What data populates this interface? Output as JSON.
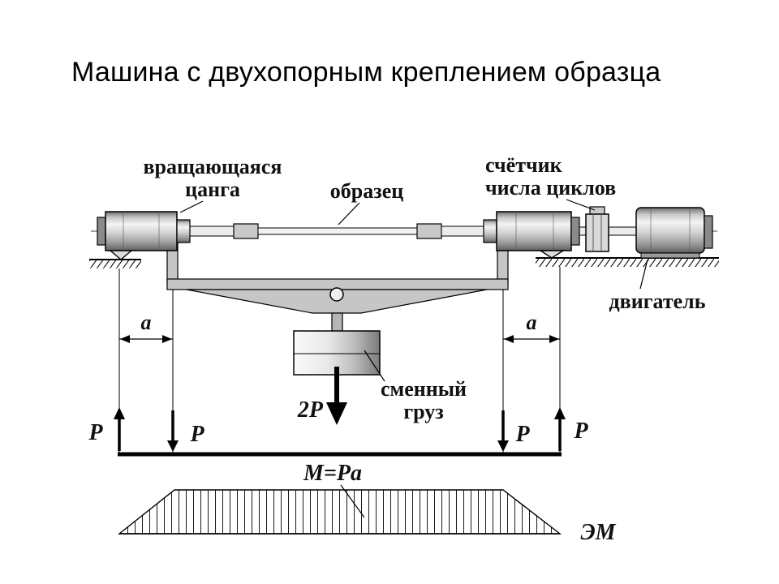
{
  "slide": {
    "title": "Машина с двухопорным креплением образца"
  },
  "colors": {
    "ink": "#000000",
    "background": "#ffffff",
    "machine_gray": "#c6c6c6"
  },
  "diagram": {
    "labels": {
      "collet_line1": "вращающаяся",
      "collet_line2": "цанга",
      "specimen": "образец",
      "counter_line1": "счётчик",
      "counter_line2": "числа циклов",
      "motor": "двигатель",
      "weight_line1": "сменный",
      "weight_line2": "груз"
    },
    "forces": {
      "load": "2P",
      "reaction": "P"
    },
    "dimensions": {
      "a": "a"
    },
    "moment": {
      "equation": "M=Pa",
      "epure": "ЭМ"
    }
  }
}
